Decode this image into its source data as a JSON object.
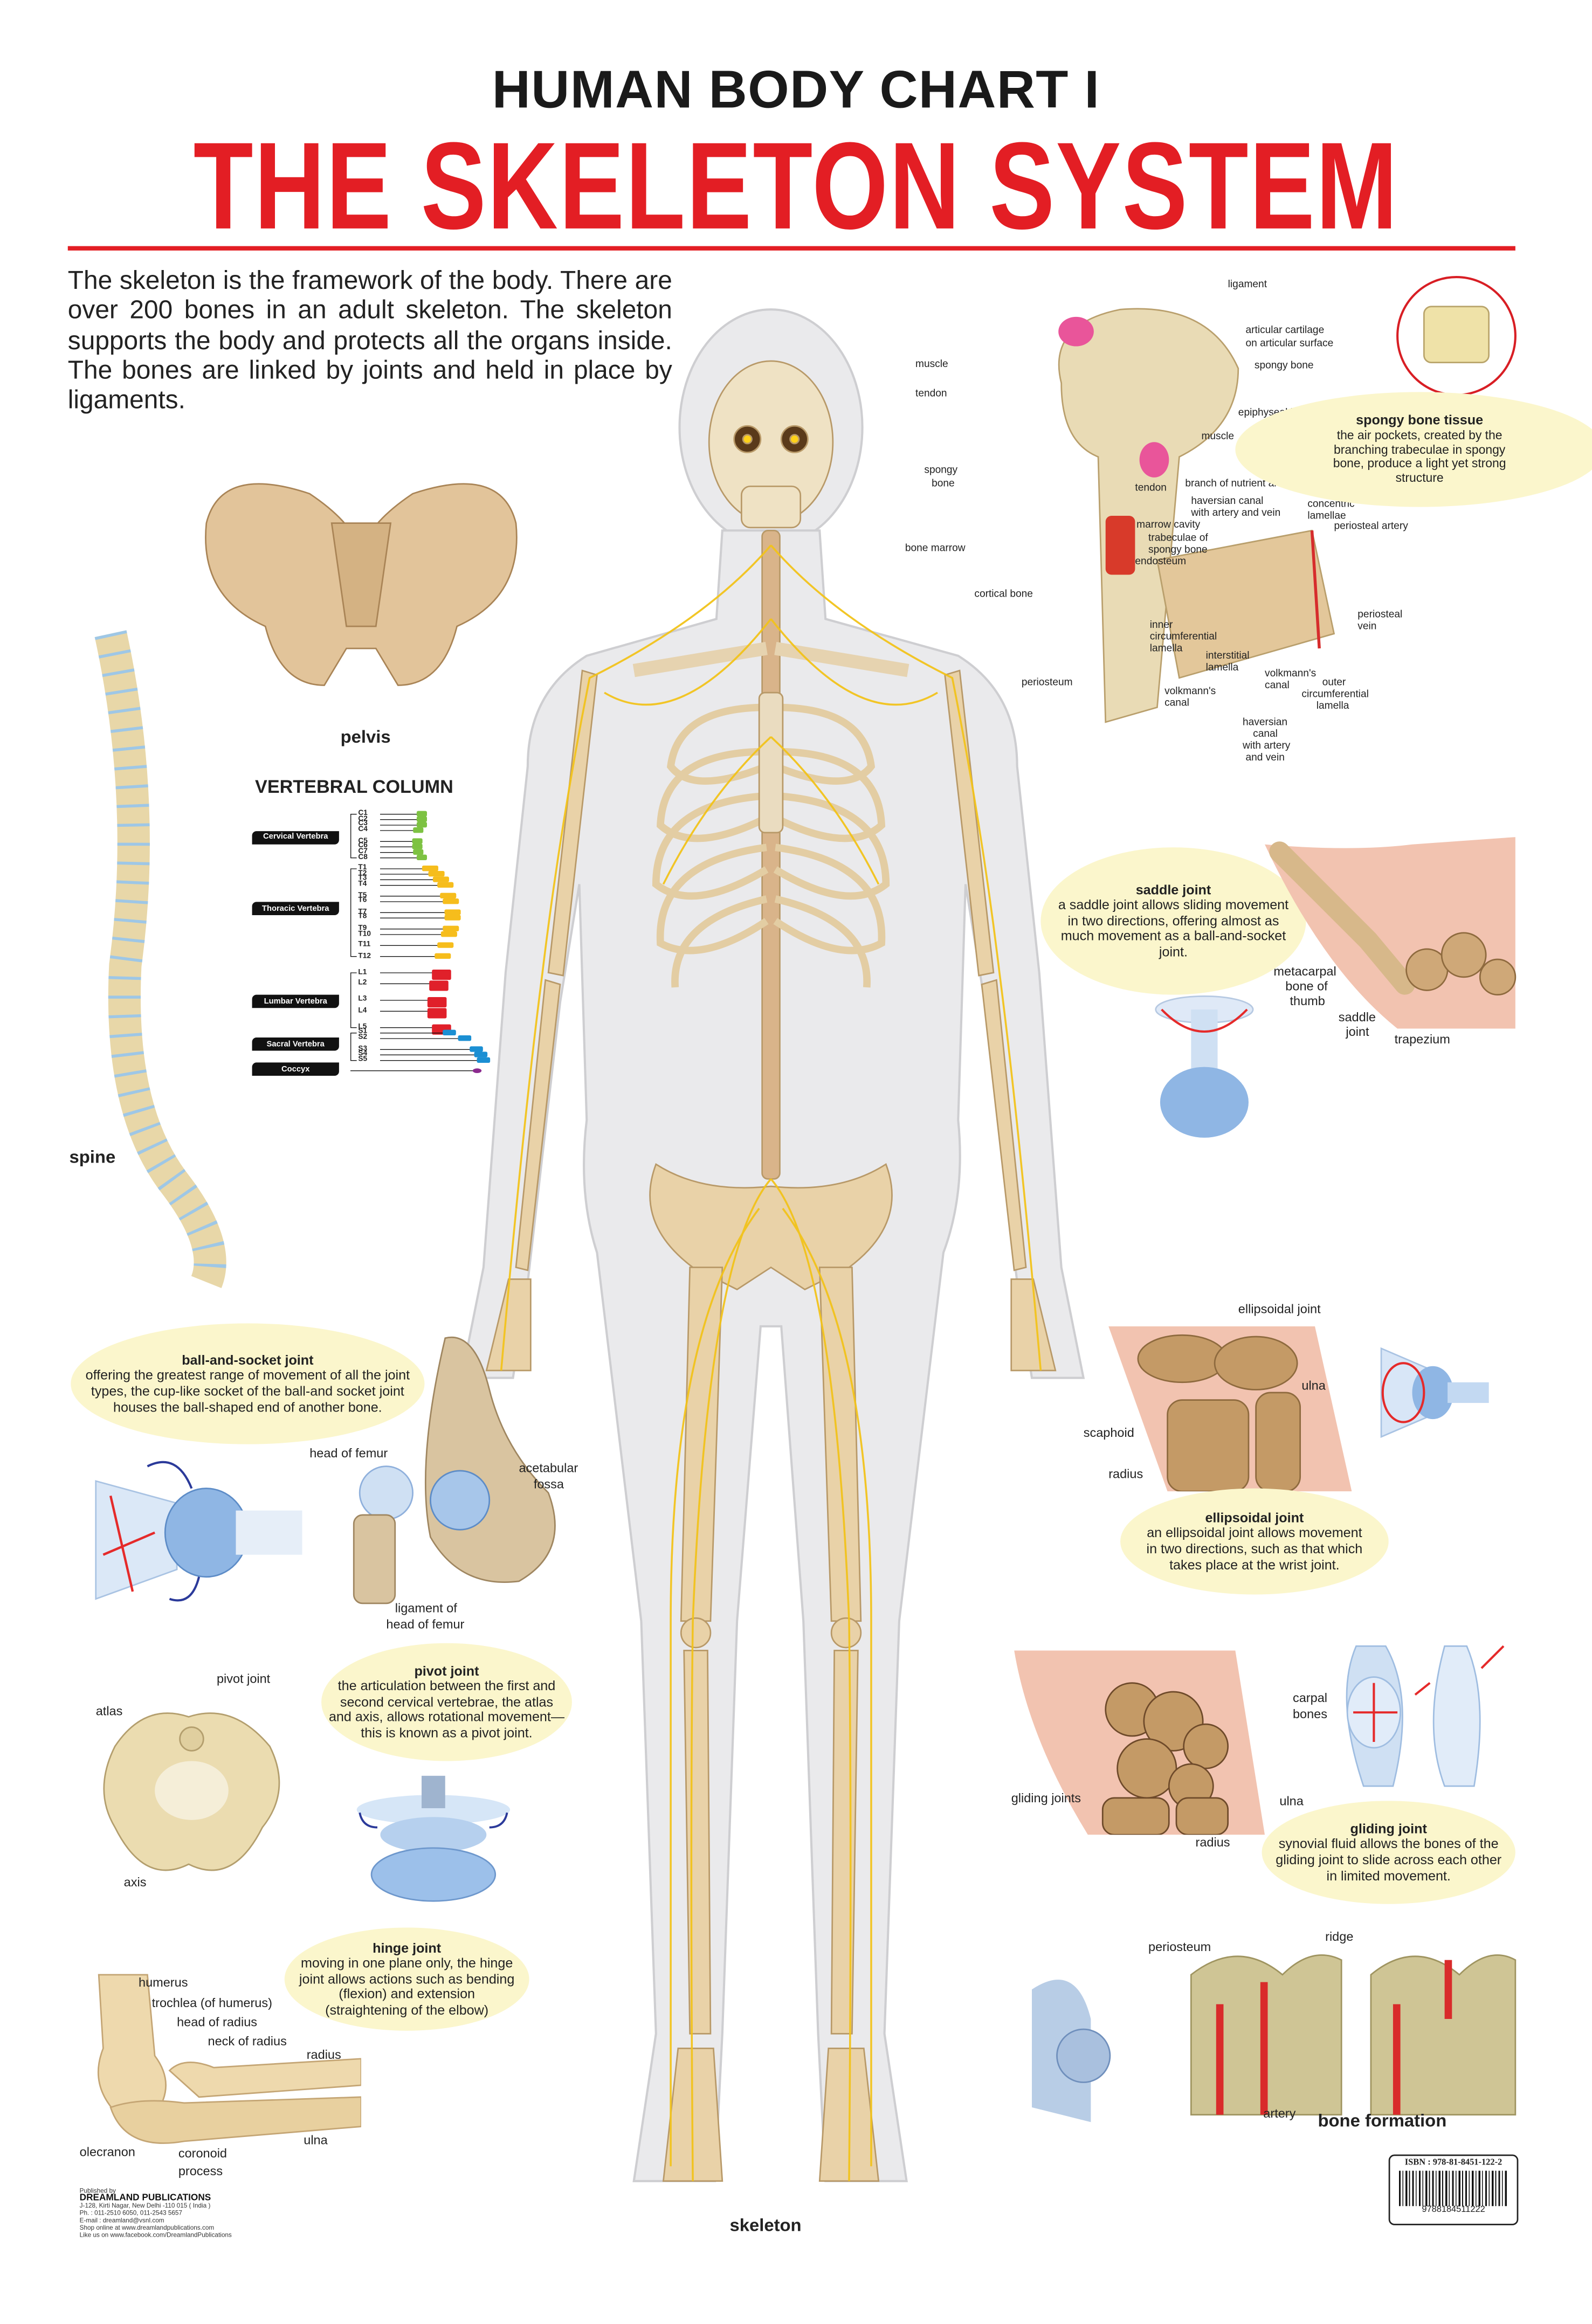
{
  "header": {
    "supertitle": "HUMAN BODY CHART I",
    "title": "THE SKELETON SYSTEM",
    "accent_color": "#e31e24"
  },
  "intro": "The skeleton is the framework of the body. There are over 200 bones in an adult skeleton. The skeleton supports the body and protects all the organs inside. The bones are linked by joints and held in place by ligaments.",
  "pelvis": {
    "label": "pelvis"
  },
  "spine": {
    "label": "spine"
  },
  "vertebral_column": {
    "title": "VERTEBRAL COLUMN",
    "regions": [
      "Cervical Vertebra",
      "Thoracic Vertebra",
      "Lumbar Vertebra",
      "Sacral Vertebra",
      "Coccyx"
    ],
    "region_colors": [
      "#7dc242",
      "#f6bd1c",
      "#e0202a",
      "#1b8fd3",
      "#8b2a8e"
    ],
    "codes": [
      "C1",
      "C2",
      "C3",
      "C4",
      "C5",
      "C6",
      "C7",
      "C8",
      "T1",
      "T2",
      "T3",
      "T4",
      "T5",
      "T6",
      "T7",
      "T8",
      "T9",
      "T10",
      "T11",
      "T12",
      "L1",
      "L2",
      "L3",
      "L4",
      "L5",
      "S1",
      "S2",
      "S3",
      "S4",
      "S5"
    ]
  },
  "skeleton": {
    "label": "skeleton"
  },
  "bone_structure": {
    "labels": [
      "ligament",
      "articular cartilage",
      "on articular surface",
      "spongy bone",
      "muscle",
      "tendon",
      "epiphyseal line",
      "muscle",
      "spongy",
      "bone",
      "tendon",
      "branch of nutrient artery",
      "haversian canal",
      "with artery and vein",
      "concentric",
      "lamellae",
      "periosteal artery",
      "marrow cavity",
      "trabeculae of",
      "spongy bone",
      "endosteum",
      "bone marrow",
      "cortical bone",
      "periosteal",
      "vein",
      "inner",
      "circumferential",
      "lamella",
      "interstitial",
      "lamella",
      "volkmann's",
      "canal",
      "outer",
      "circumferential",
      "lamella",
      "periosteum",
      "volkmann's",
      "canal",
      "haversian",
      "canal",
      "with artery",
      "and vein"
    ],
    "spongy_tissue": {
      "title": "spongy bone tissue",
      "text": "the air pockets, created by the branching trabeculae in spongy bone, produce a light yet strong structure"
    }
  },
  "saddle_joint": {
    "title": "saddle joint",
    "text": "a saddle joint allows sliding movement in two directions, offering almost as much movement as a ball-and-socket joint.",
    "labels": [
      "metacarpal",
      "bone of",
      "thumb",
      "saddle",
      "joint",
      "trapezium"
    ]
  },
  "ellipsoidal_joint": {
    "title": "ellipsoidal joint",
    "text": "an ellipsoidal joint allows movement in two directions, such as that which takes place at the wrist joint.",
    "labels": [
      "ellipsoidal joint",
      "ulna",
      "scaphoid",
      "radius"
    ]
  },
  "gliding_joint": {
    "title": "gliding joint",
    "text": "synovial fluid allows the bones of the gliding joint to slide across each other in limited movement.",
    "labels": [
      "carpal",
      "bones",
      "gliding joints",
      "ulna",
      "radius"
    ]
  },
  "bone_formation": {
    "title": "bone formation",
    "labels": [
      "periosteum",
      "ridge",
      "artery"
    ]
  },
  "ball_socket_joint": {
    "title": "ball-and-socket joint",
    "text": "offering the greatest range of movement of all the joint types, the cup-like socket of the ball-and socket joint houses the ball-shaped end of another bone.",
    "labels": [
      "head of femur",
      "acetabular",
      "fossa",
      "ligament of",
      "head of femur"
    ]
  },
  "pivot_joint": {
    "title": "pivot joint",
    "text": "the articulation between the first and second cervical vertebrae, the atlas and axis, allows rotational movement—this is known as a pivot joint.",
    "labels": [
      "pivot joint",
      "atlas",
      "axis"
    ]
  },
  "hinge_joint": {
    "title": "hinge joint",
    "text": "moving in one plane only, the hinge joint allows actions such as bending (flexion) and extension (straightening of the elbow)",
    "labels": [
      "humerus",
      "trochlea (of humerus)",
      "head of radius",
      "neck of radius",
      "radius",
      "ulna",
      "olecranon",
      "coronoid",
      "process"
    ]
  },
  "publisher": {
    "by": "Published by",
    "name": "DREAMLAND   PUBLICATIONS",
    "address": "J-128, Kirti Nagar, New Delhi -110 015 ( India )",
    "phone": "Ph. : 011-2510 6050, 011-2543 5657",
    "email": "E-mail : dreamland@vsnl.com",
    "shop": "Shop online at www.dreamlandpublications.com",
    "facebook": "Like us on www.facebook.com/DreamlandPublications"
  },
  "isbn": {
    "label": "ISBN : 978-81-8451-122-2",
    "barcode_digits": "9788184511222"
  }
}
